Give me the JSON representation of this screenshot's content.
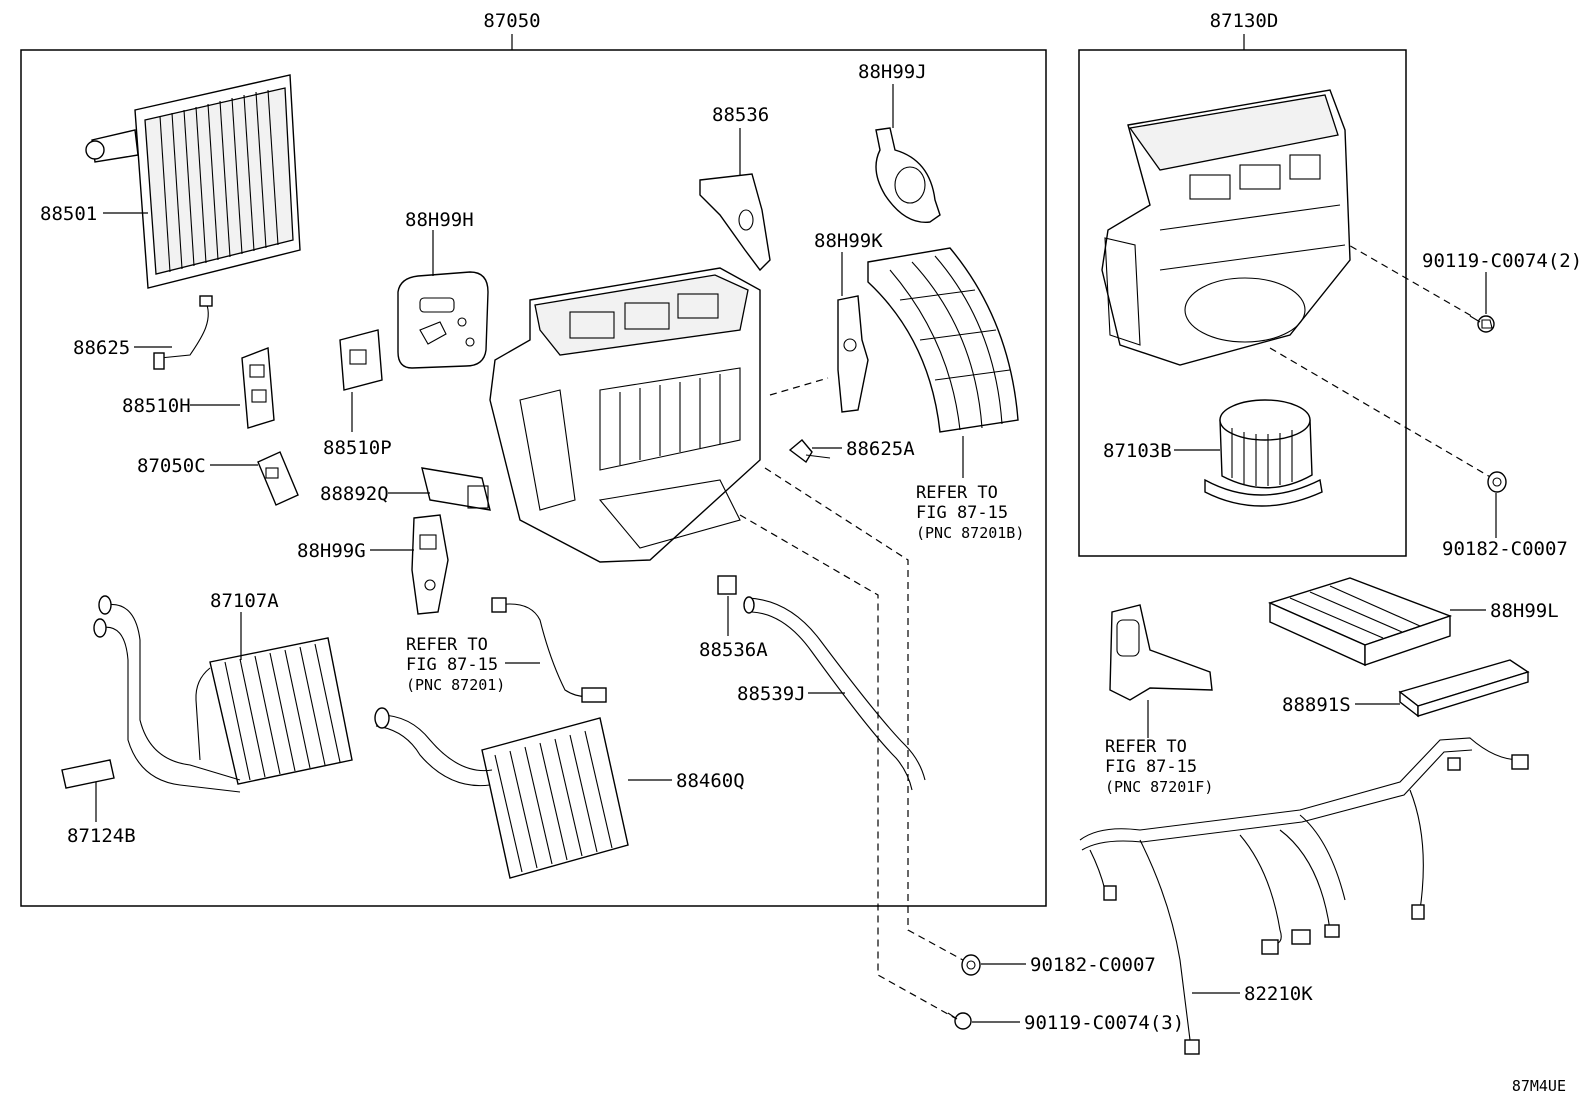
{
  "diagram_code": "87M4UE",
  "assemblies": {
    "main_box_label": "87050",
    "blower_box_label": "87130D"
  },
  "callouts": [
    {
      "id": "88501",
      "text": "88501"
    },
    {
      "id": "88625",
      "text": "88625"
    },
    {
      "id": "88510H",
      "text": "88510H"
    },
    {
      "id": "87050C",
      "text": "87050C"
    },
    {
      "id": "88H99H",
      "text": "88H99H"
    },
    {
      "id": "88510P",
      "text": "88510P"
    },
    {
      "id": "88892Q",
      "text": "88892Q"
    },
    {
      "id": "88H99G",
      "text": "88H99G"
    },
    {
      "id": "88536",
      "text": "88536"
    },
    {
      "id": "88H99J",
      "text": "88H99J"
    },
    {
      "id": "88H99K",
      "text": "88H99K"
    },
    {
      "id": "88625A",
      "text": "88625A"
    },
    {
      "id": "87107A",
      "text": "87107A"
    },
    {
      "id": "87124B",
      "text": "87124B"
    },
    {
      "id": "88460Q",
      "text": "88460Q"
    },
    {
      "id": "88536A",
      "text": "88536A"
    },
    {
      "id": "88539J",
      "text": "88539J"
    },
    {
      "id": "87103B",
      "text": "87103B"
    },
    {
      "id": "90119-C0074-2",
      "text": "90119-C0074(2)"
    },
    {
      "id": "90182-C0007-a",
      "text": "90182-C0007"
    },
    {
      "id": "88H99L",
      "text": "88H99L"
    },
    {
      "id": "88891S",
      "text": "88891S"
    },
    {
      "id": "90182-C0007-b",
      "text": "90182-C0007"
    },
    {
      "id": "90119-C0074-3",
      "text": "90119-C0074(3)"
    },
    {
      "id": "82210K",
      "text": "82210K"
    }
  ],
  "references": [
    {
      "id": "ref-87201B",
      "line1": "REFER TO",
      "line2": "FIG 87-15",
      "line3": "(PNC 87201B)"
    },
    {
      "id": "ref-87201",
      "line1": "REFER TO",
      "line2": "FIG 87-15",
      "line3": "(PNC 87201)"
    },
    {
      "id": "ref-87201F",
      "line1": "REFER TO",
      "line2": "FIG 87-15",
      "line3": "(PNC 87201F)"
    }
  ]
}
